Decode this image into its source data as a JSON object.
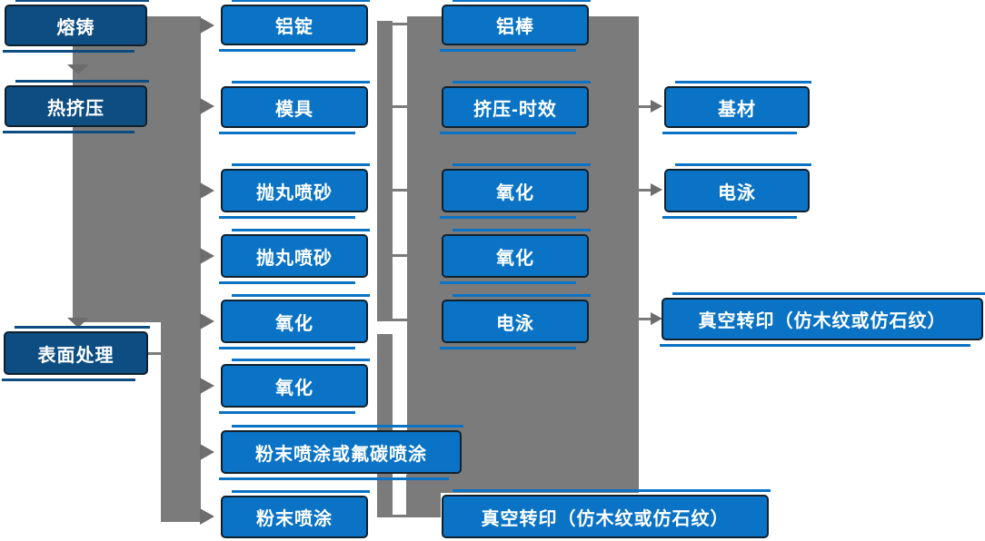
{
  "colors": {
    "box_blue": "#0a73c5",
    "box_navy": "#0d4d82",
    "box_border": "#10212e",
    "connector_gray": "#7b7b7b",
    "arrow_dark_gray": "#6d6d6d",
    "text": "#ffffff",
    "background": "#ffffff"
  },
  "columns": {
    "stages": {
      "melting": "熔铸",
      "hot_extrusion": "热挤压",
      "surface_treatment": "表面处理"
    },
    "col2": {
      "aluminum_ingot": "铝锭",
      "mold": "模具",
      "shot_blasting_1": "抛丸喷砂",
      "shot_blasting_2": "抛丸喷砂",
      "oxidation_1": "氧化",
      "oxidation_2": "氧化",
      "powder_or_fluorocarbon": "粉末喷涂或氟碳喷涂",
      "powder_coating": "粉末喷涂"
    },
    "col3": {
      "aluminum_rod": "铝棒",
      "extrusion_aging": "挤压-时效",
      "oxidation_1": "氧化",
      "oxidation_2": "氧化",
      "electrophoresis": "电泳",
      "vacuum_transfer": "真空转印（仿木纹或仿石纹）"
    },
    "col4": {
      "base_material": "基材",
      "electrophoresis": "电泳",
      "vacuum_transfer": "真空转印（仿木纹或仿石纹）"
    }
  }
}
